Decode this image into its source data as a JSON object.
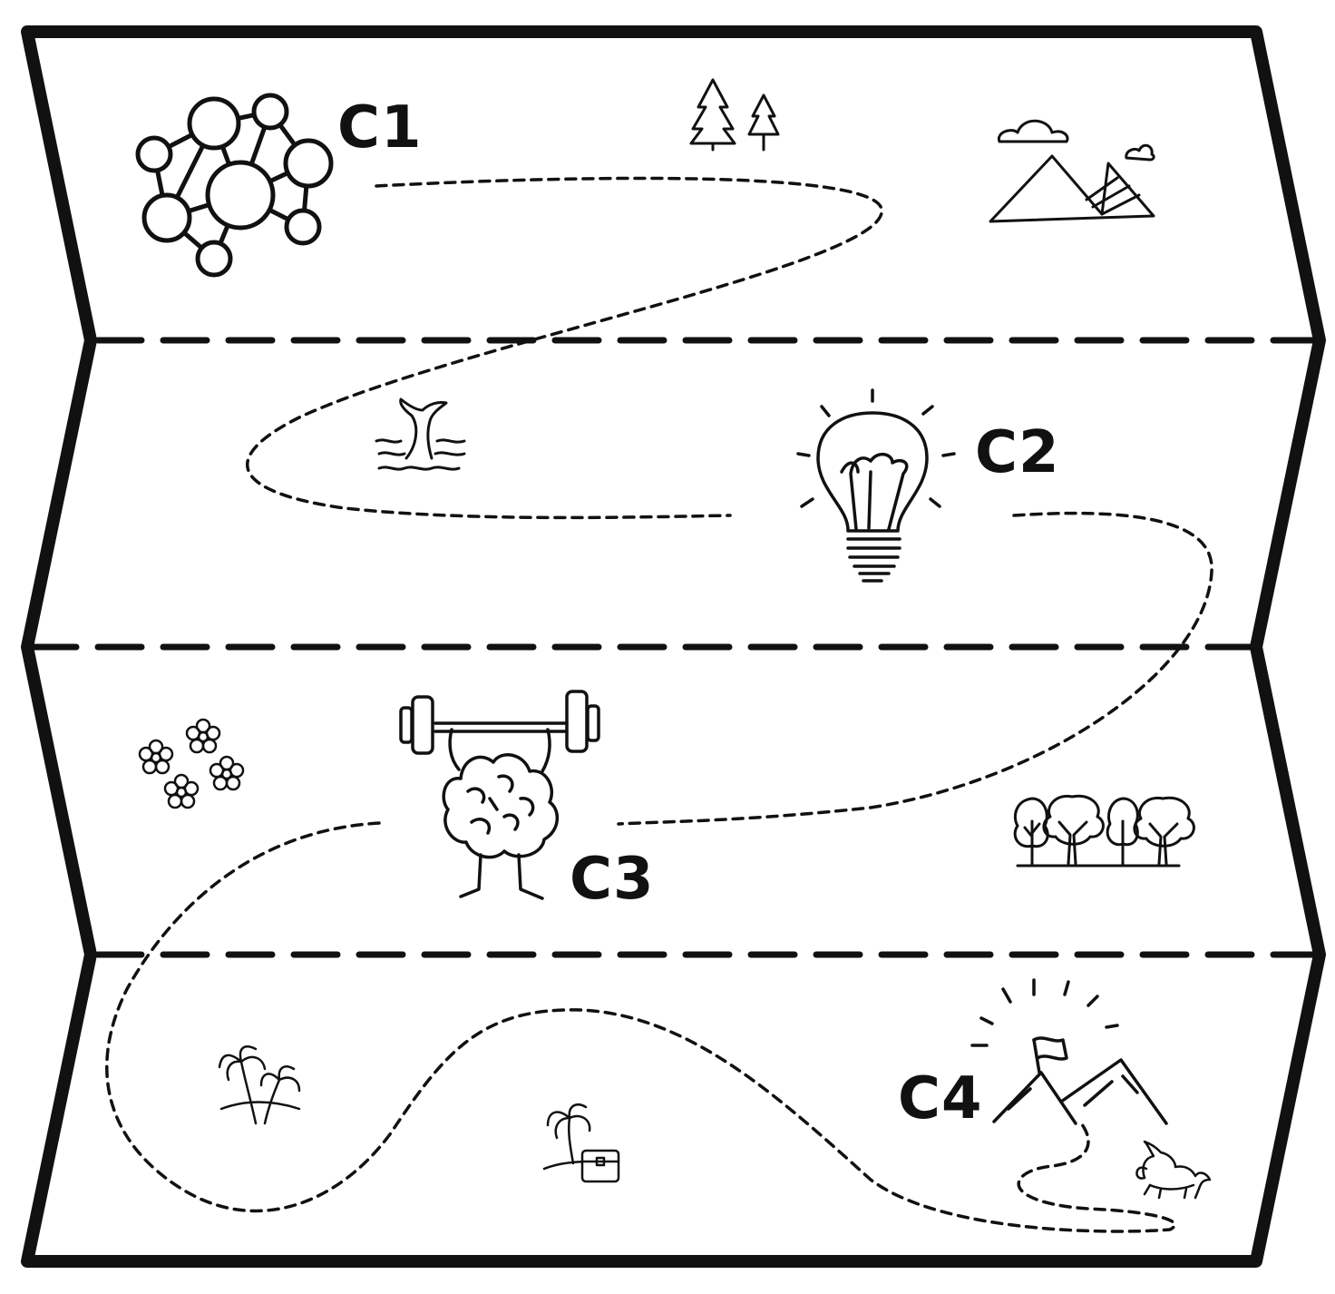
{
  "checkpoints": [
    {
      "id": "c1",
      "label": "C1",
      "icon": "network-icon"
    },
    {
      "id": "c2",
      "label": "C2",
      "icon": "lightbulb-icon"
    },
    {
      "id": "c3",
      "label": "C3",
      "icon": "brain-lifting-barbell-icon"
    },
    {
      "id": "c4",
      "label": "C4",
      "icon": "mountain-flag-icon"
    }
  ],
  "decorations": [
    "pine-trees-icon",
    "mountains-clouds-icon",
    "whale-tail-icon",
    "flowers-icon",
    "forest-trees-icon",
    "palm-trees-icon",
    "treasure-island-icon",
    "unicorn-icon"
  ],
  "colors": {
    "ink": "#111111",
    "paper": "#ffffff"
  }
}
